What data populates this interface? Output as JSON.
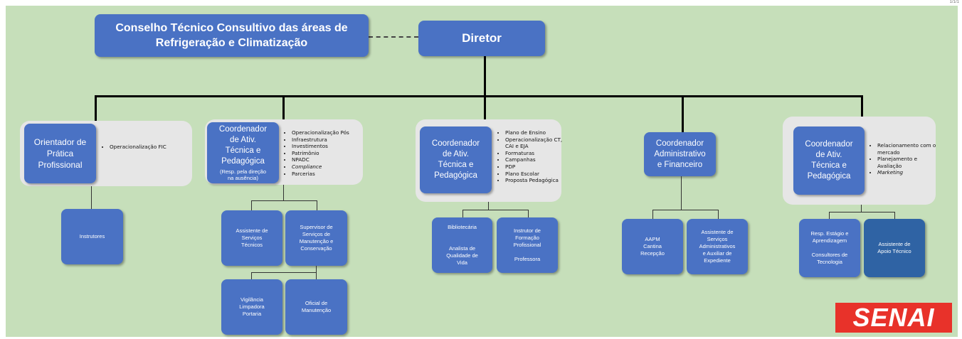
{
  "corner_mark": "1/1/1",
  "council": {
    "label": "Conselho Técnico Consultivo das áreas de\nRefrigeração e Climatização"
  },
  "director": {
    "label": "Diretor"
  },
  "col1": {
    "title": "Orientador de\nPrática\nProfissional",
    "bullets": [
      "Operacionalização FIC"
    ],
    "child": "Instrutores"
  },
  "col2": {
    "title": "Coordenador\nde Ativ.\nTécnica e\nPedagógica",
    "note": "(Resp. pela direção\nna ausência)",
    "bullets": [
      "Operacionalização Pós",
      "Infraestrutura",
      "Investimentos",
      "Patrimônio",
      "NPADC",
      "Compliance",
      "Parcerias"
    ],
    "child_a": "Assistente de\nServiços\nTécnicos",
    "child_b": "Supervisor de\nServiços de\nManutenção e\nConservação",
    "grand_a": "Vigilância\nLimpadora\nPortaria",
    "grand_b": "Oficial de\nManutenção"
  },
  "col3": {
    "title": "Coordenador\nde Ativ.\nTécnica e\nPedagógica",
    "bullets": [
      "Plano de Ensino",
      "Operacionalização CT, CAI e EJA",
      "Formaturas",
      "Campanhas",
      "PDP",
      "Plano Escolar",
      "Proposta Pedagógica"
    ],
    "child_a": "Bibliotecária\n\n\nAnalista de\nQualidade de\nVida",
    "child_b": "Instrutor de\nFormação\nProfissional\n\nProfessora"
  },
  "col4": {
    "title": "Coordenador\nAdministrativo\ne Financeiro",
    "child_a": "AAPM\nCantina\nRecepção",
    "child_b": "Assistente de\nServiços\nAdministrativos\ne Auxiliar de\nExpediente"
  },
  "col5": {
    "title": "Coordenador\nde Ativ.\nTécnica e\nPedagógica",
    "bullets": [
      "Relacionamento com o mercado",
      "Planejamento e Avaliação",
      "Marketing"
    ],
    "child_a": "Resp. Estágio e\nAprendizagem\n\nConsultores de\nTecnologia",
    "child_b": "Assistente de\nApoio Técnico"
  },
  "logo": {
    "text": "SENAI"
  },
  "colors": {
    "background": "#c6dfba",
    "box": "#4a72c4",
    "box_dark": "#2f63a4",
    "panel": "#e6e6e6",
    "logo": "#e8322a"
  }
}
